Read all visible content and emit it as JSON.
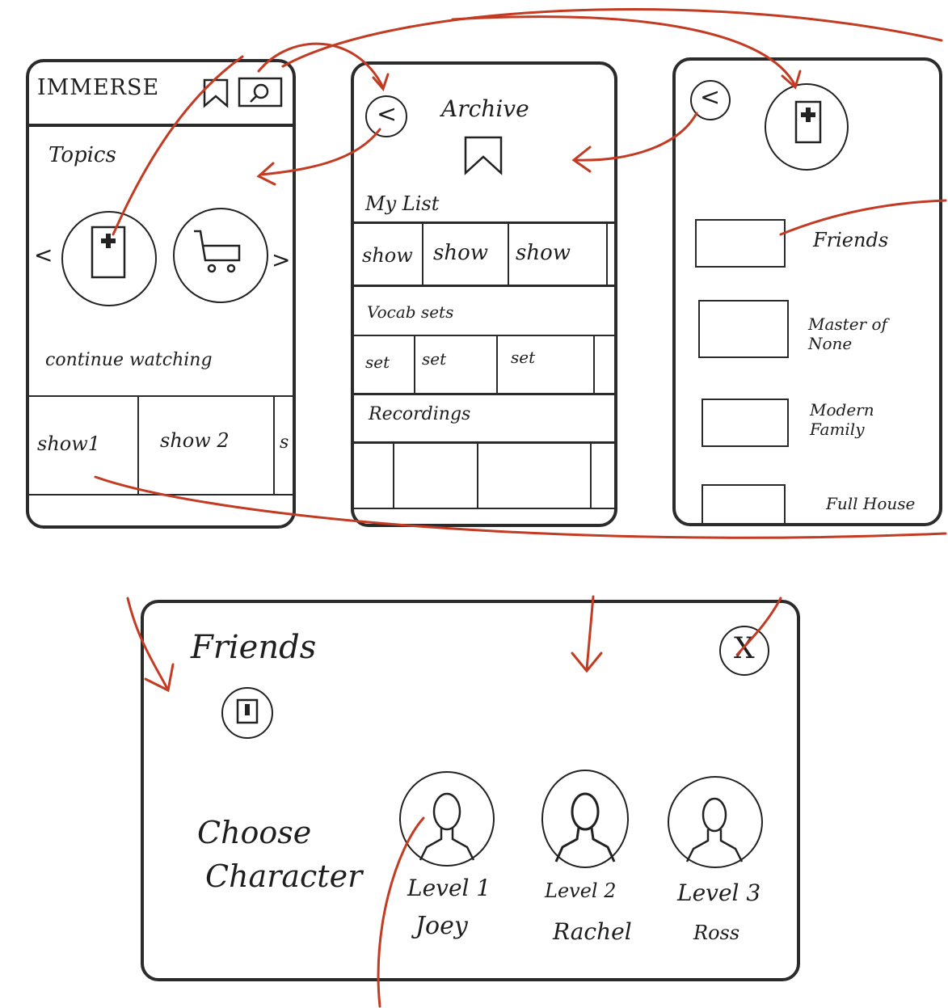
{
  "home": {
    "logo": "IMMERSE",
    "topics_label": "Topics",
    "prev_arrow": "<",
    "next_arrow": ">",
    "continue_label": "continue watching",
    "shows": [
      "show1",
      "show 2",
      "s"
    ]
  },
  "archive": {
    "back_glyph": "<",
    "title": "Archive",
    "my_list_label": "My List",
    "my_list_items": [
      "show",
      "show",
      "show"
    ],
    "vocab_label": "Vocab sets",
    "vocab_items": [
      "set",
      "set",
      "set"
    ],
    "recordings_label": "Recordings"
  },
  "topic_detail": {
    "back_glyph": "<",
    "shows": [
      "Friends",
      "Master of None",
      "Modern Family",
      "Full House"
    ]
  },
  "friends_modal": {
    "title": "Friends",
    "close_glyph": "X",
    "choose_label_line1": "Choose",
    "choose_label_line2": "Character",
    "characters": [
      {
        "level": "Level 1",
        "name": "Joey"
      },
      {
        "level": "Level 2",
        "name": "Rachel"
      },
      {
        "level": "Level 3",
        "name": "Ross"
      }
    ]
  },
  "colors": {
    "ink": "#1e1e1e",
    "arrow": "#c23b22"
  },
  "icons": [
    "bookmark-icon",
    "search-icon",
    "hospital-door-icon",
    "shopping-cart-icon",
    "back-arrow-icon",
    "close-icon",
    "person-icon"
  ]
}
